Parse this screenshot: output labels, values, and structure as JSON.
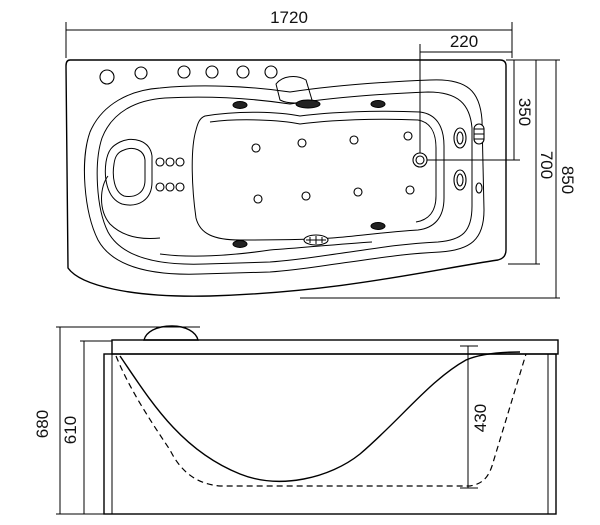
{
  "dimensions": {
    "top_view": {
      "length": "1720",
      "offset": "220",
      "inner_depth": "350",
      "inner_width": "700",
      "outer_width": "850"
    },
    "side_view": {
      "total_height": "680",
      "body_height": "610",
      "water_depth": "430"
    }
  }
}
